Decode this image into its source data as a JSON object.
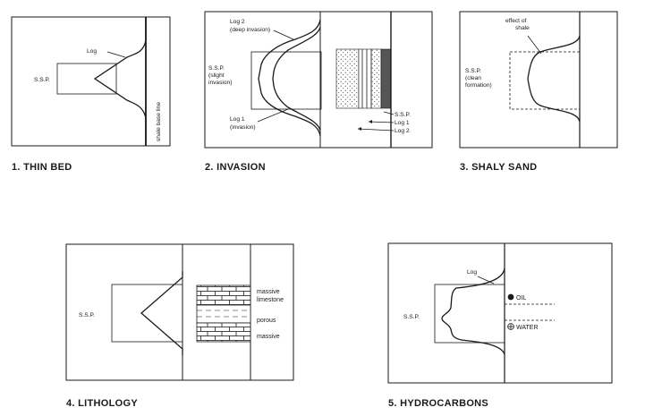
{
  "panels": [
    {
      "caption": "1. THIN BED",
      "labels": {
        "log": "Log",
        "ssp": "S.S.P.",
        "shale_line": "shale base line"
      }
    },
    {
      "caption": "2. INVASION",
      "labels": {
        "log2": "Log 2",
        "log2_note": "(deep invasion)",
        "ssp": "S.S.P.",
        "ssp_note1": "(slight",
        "ssp_note2": "invasion)",
        "log1": "Log 1",
        "log1_note": "(invasion)",
        "legend_ssp": "S.S.P.",
        "legend_log1": "Log 1",
        "legend_log2": "Log 2"
      }
    },
    {
      "caption": "3. SHALY SAND",
      "labels": {
        "effect1": "effect of",
        "effect2": "shale",
        "ssp": "S.S.P.",
        "clean1": "(clean",
        "clean2": "formation)"
      }
    },
    {
      "caption": "4. LITHOLOGY",
      "labels": {
        "ssp": "S.S.P.",
        "massive_lime1": "massive",
        "massive_lime2": "limestone",
        "porous": "porous",
        "massive": "massive"
      }
    },
    {
      "caption": "5. HYDROCARBONS",
      "labels": {
        "log": "Log",
        "ssp": "S.S.P.",
        "oil": "OIL",
        "water": "WATER"
      }
    }
  ]
}
